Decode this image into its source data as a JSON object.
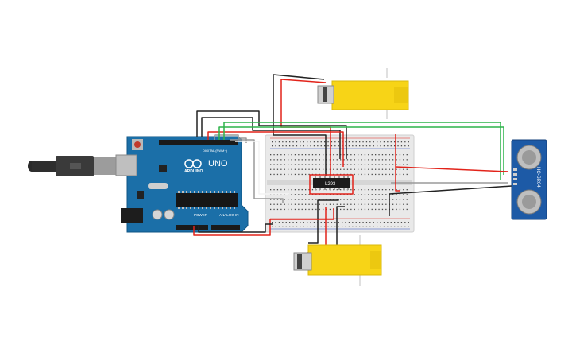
{
  "canvas": {
    "background": "#ffffff"
  },
  "arduino": {
    "logo_text": "ARDUINO",
    "model_text": "UNO",
    "digital_label": "DIGITAL (PWM~)",
    "power_label": "POWER",
    "analog_label": "ANALOG IN",
    "board_color": "#1b6fa8"
  },
  "motor_driver": {
    "chip_label": "L293"
  },
  "ultrasonic_sensor": {
    "model_label": "HC-SR04",
    "board_color": "#1d5aa6"
  },
  "motors": {
    "body_color": "#f7d417",
    "count": 2
  },
  "wire_colors": {
    "red": "#e2231a",
    "black": "#222222",
    "green": "#2db34a",
    "gray": "#9a9a9a",
    "white": "#f4f4f4"
  }
}
